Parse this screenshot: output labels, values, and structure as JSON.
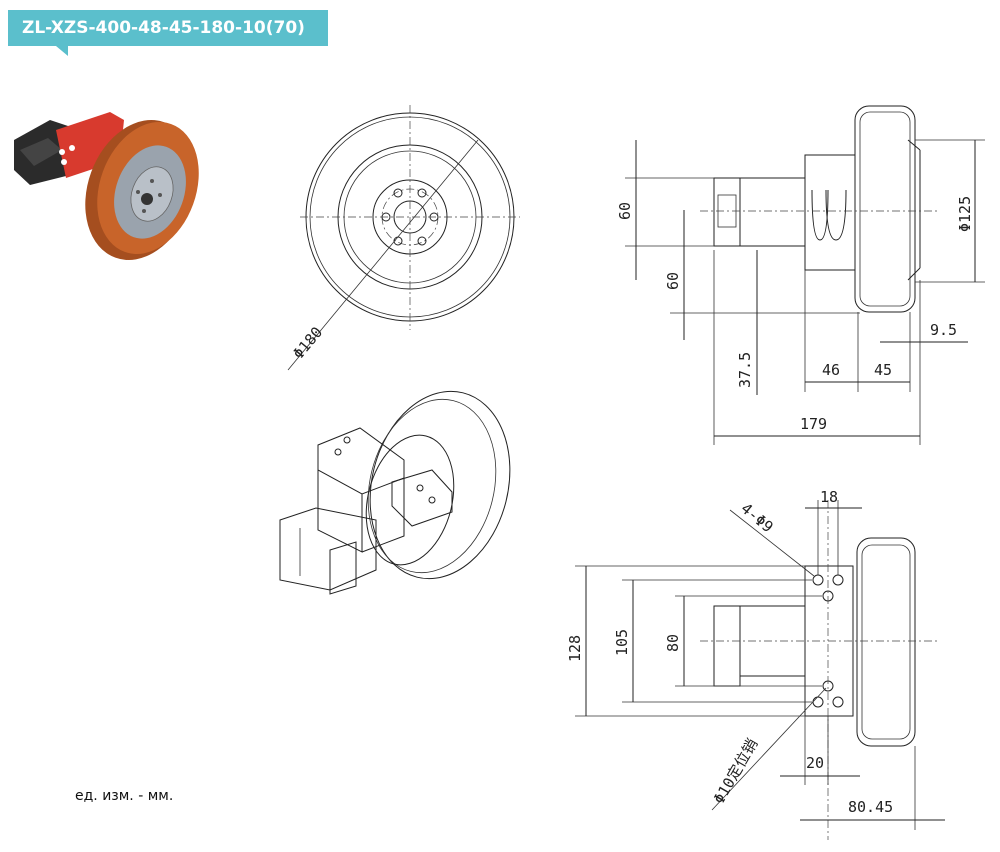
{
  "model_title": "ZL-XZS-400-48-45-180-10(70)",
  "units_note": "ед. изм. - мм.",
  "dims": {
    "d180": "Φ180",
    "d125": "Φ125",
    "v60a": "60",
    "v60b": "60",
    "v37_5": "37.5",
    "h46": "46",
    "h45": "45",
    "h9_5": "9.5",
    "h179": "179",
    "h18": "18",
    "holes": "4-Φ9",
    "v128": "128",
    "v105": "105",
    "v80": "80",
    "h20": "20",
    "pin": "Φ10定位销",
    "h80_45": "80.45"
  },
  "colors": {
    "badge": "#5bbfcc",
    "wheel": "#c8642a",
    "hub": "#9aa3ad",
    "bracket": "#d83a2e",
    "motor": "#2b2b2b"
  }
}
